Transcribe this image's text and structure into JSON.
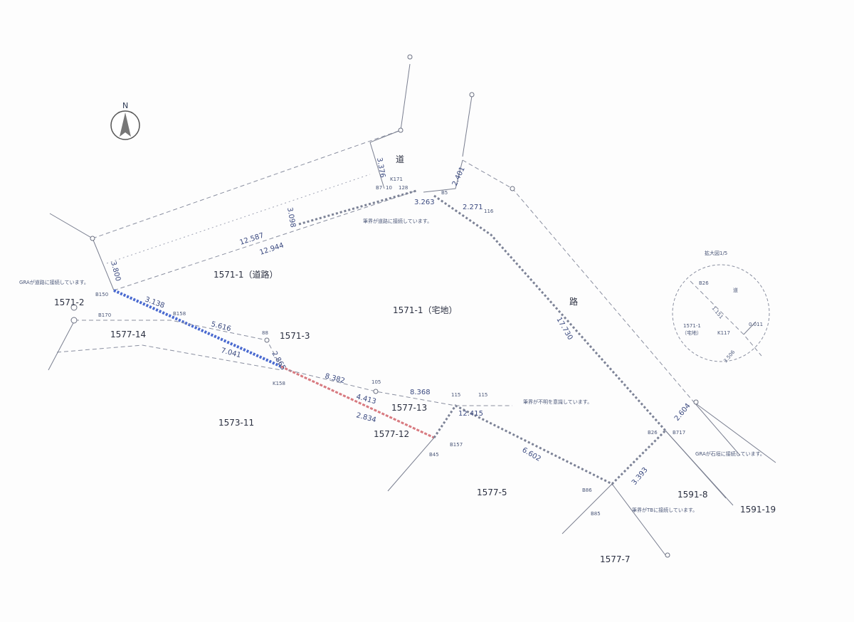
{
  "compass": {
    "label": "N"
  },
  "road_labels": {
    "upper": "道",
    "right": "路"
  },
  "lots": [
    {
      "id": "lot-1571-1-road",
      "label": "1571-1（道路）"
    },
    {
      "id": "lot-1571-1-residential",
      "label": "1571-1（宅地）"
    },
    {
      "id": "lot-1571-2",
      "label": "1571-2"
    },
    {
      "id": "lot-1571-3",
      "label": "1571-3"
    },
    {
      "id": "lot-1577-14",
      "label": "1577-14"
    },
    {
      "id": "lot-1573-11",
      "label": "1573-11"
    },
    {
      "id": "lot-1577-13",
      "label": "1577-13"
    },
    {
      "id": "lot-1577-12",
      "label": "1577-12"
    },
    {
      "id": "lot-1577-5",
      "label": "1577-5"
    },
    {
      "id": "lot-1591-8",
      "label": "1591-8"
    },
    {
      "id": "lot-1591-19",
      "label": "1591-19"
    },
    {
      "id": "lot-1577-7",
      "label": "1577-7"
    }
  ],
  "points": [
    "K171",
    "B7",
    "10",
    "128",
    "B5",
    "116",
    "B150",
    "B170",
    "B158",
    "88",
    "K158",
    "105",
    "115",
    "115",
    "B157",
    "B45",
    "B86",
    "B85",
    "B26",
    "B717"
  ],
  "dimensions": [
    "3.376",
    "3.263",
    "2.401",
    "2.271",
    "3.098",
    "12.587",
    "12.944",
    "3.800",
    "3.138",
    "5.616",
    "7.041",
    "2.865",
    "8.382",
    "8.368",
    "4.413",
    "2.834",
    "12.415",
    "6.602",
    "3.393",
    "2.604",
    "17.730"
  ],
  "notes": {
    "road_note": "筆界が道路に接続しています。",
    "gra_road_note": "GRAが道路に接続しています。",
    "unclear_note": "筆界が不明を意識しています。",
    "wall_note": "GRAが石垣に接続しています。",
    "tb_note": "筆界がTBに接続しています。"
  },
  "inset": {
    "title": "拡大図1/5",
    "point_b26": "B26",
    "road": "道",
    "lot": "1571-1",
    "lot_sub": "（宅地）",
    "point_k117": "K117",
    "dim1": "1.151",
    "dim2": "0.011",
    "dim3": "3.506"
  }
}
